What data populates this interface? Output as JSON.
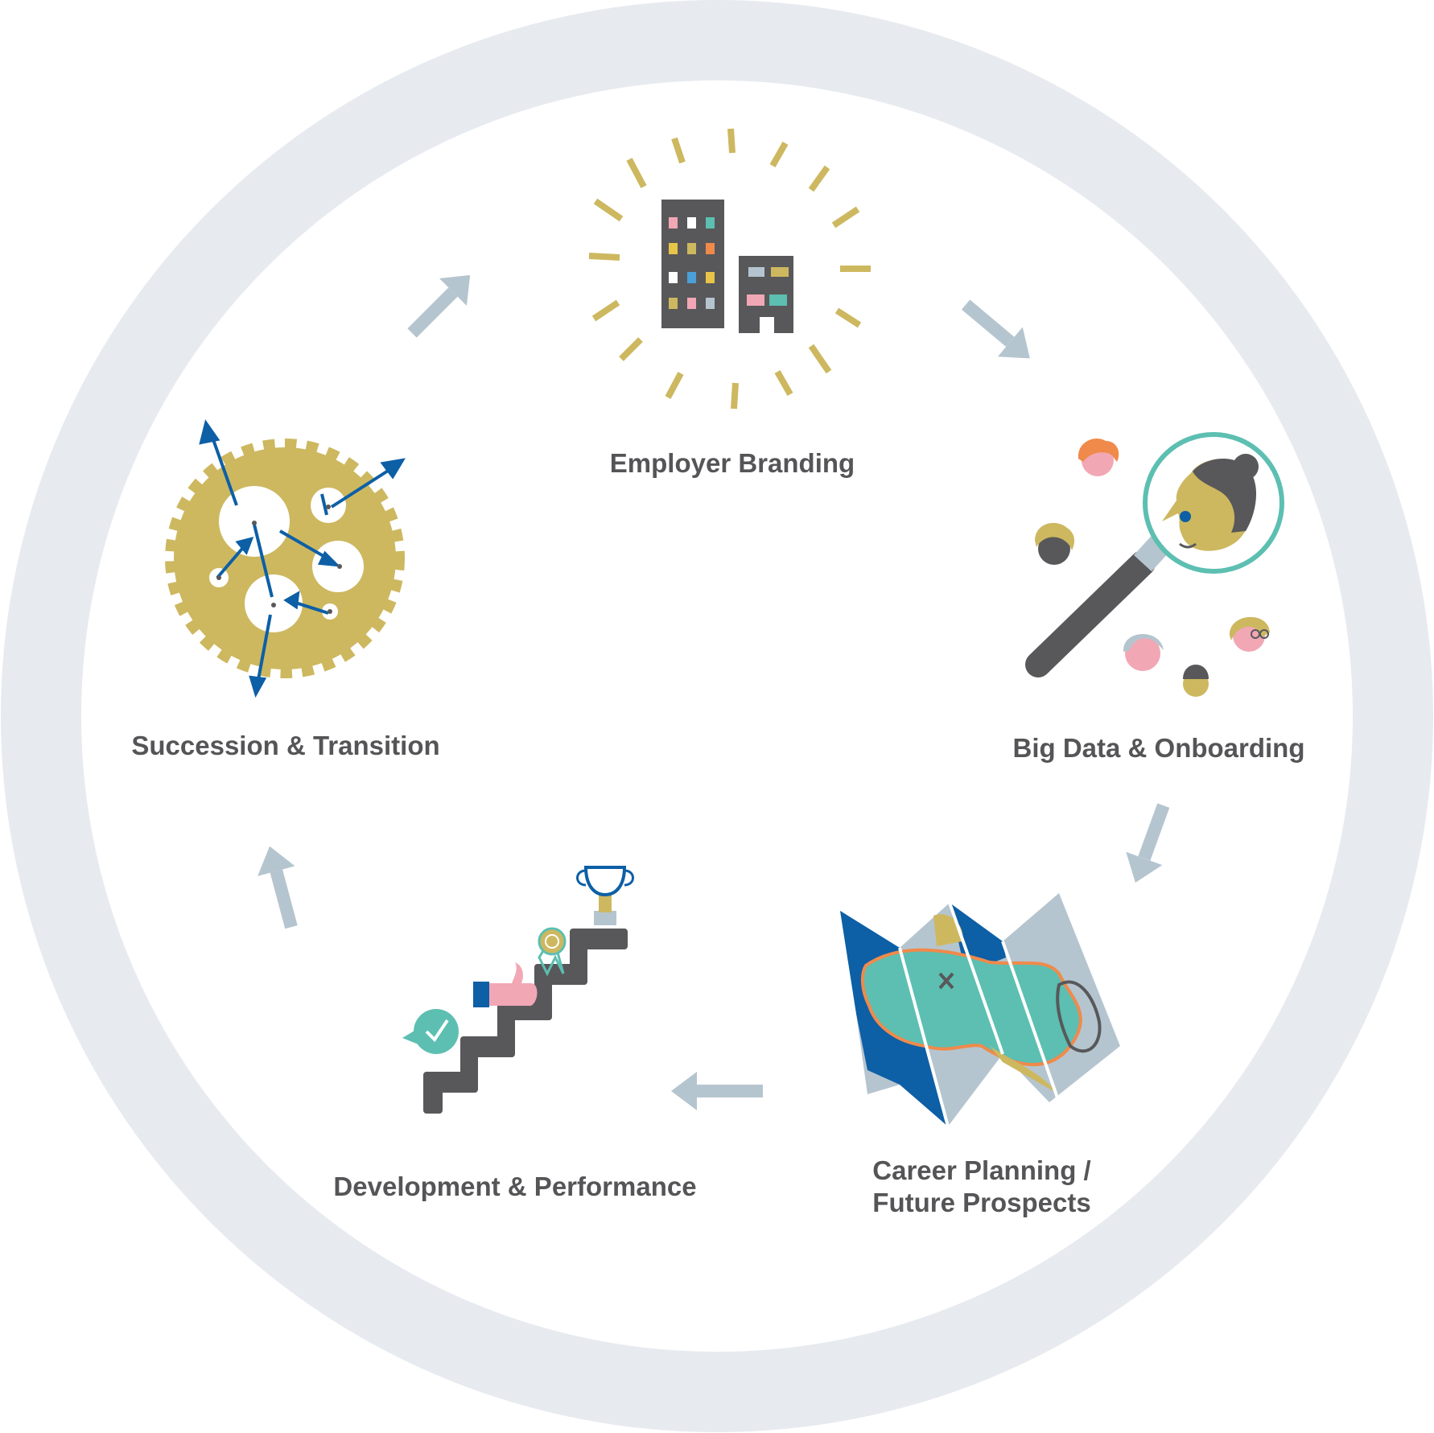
{
  "diagram": {
    "type": "cycle",
    "stages": [
      {
        "id": "employer-branding",
        "label": "Employer Branding",
        "icon": "office-buildings-icon"
      },
      {
        "id": "big-data-onboarding",
        "label": "Big Data & Onboarding",
        "icon": "magnifying-glass-people-icon"
      },
      {
        "id": "career-planning",
        "label_line1": "Career Planning /",
        "label_line2": "Future Prospects",
        "icon": "treasure-map-icon"
      },
      {
        "id": "development-performance",
        "label": "Development & Performance",
        "icon": "staircase-trophy-icon"
      },
      {
        "id": "succession-transition",
        "label": "Succession & Transition",
        "icon": "gear-network-icon"
      }
    ],
    "colors": {
      "ring": "#e7ebf0",
      "arrow": "#b5c5cf",
      "label": "#555558",
      "gold": "#cdb860",
      "dark": "#58585a",
      "blue": "#0d5fa6",
      "teal": "#5cbfb1",
      "pink": "#f2a7b5",
      "orange": "#f08a4b"
    }
  }
}
